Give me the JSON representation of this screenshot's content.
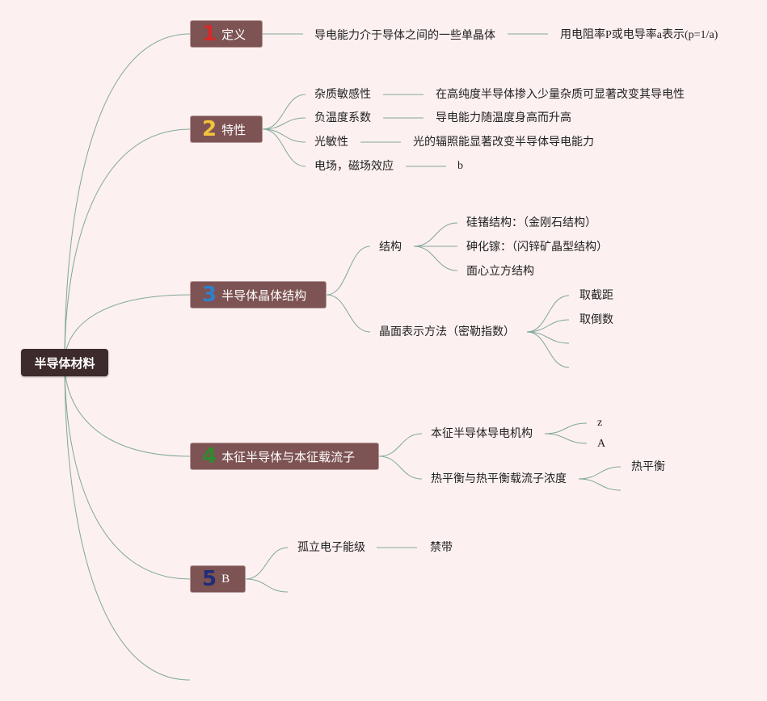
{
  "root": "半导体材料",
  "topics": [
    {
      "num": "1",
      "num_color": "#d42a2a",
      "label": "定义"
    },
    {
      "num": "2",
      "num_color": "#f2c33a",
      "label": "特性"
    },
    {
      "num": "3",
      "num_color": "#2f80c8",
      "label": "半导体晶体结构"
    },
    {
      "num": "4",
      "num_color": "#2e8b2e",
      "label": "本征半导体与本征载流子"
    },
    {
      "num": "5",
      "num_color": "#1f2e78",
      "label": "B"
    }
  ],
  "t1": {
    "child": "导电能力介于导体之间的一些单晶体",
    "leaf": "用电阻率P或电导率a表示(p=1/a)"
  },
  "t2": [
    {
      "label": "杂质敏感性",
      "leaf": "在高纯度半导体掺入少量杂质可显著改变其导电性"
    },
    {
      "label": "负温度系数",
      "leaf": "导电能力随温度身高而升高"
    },
    {
      "label": "光敏性",
      "leaf": "光的辐照能显著改变半导体导电能力"
    },
    {
      "label": "电场，磁场效应",
      "leaf": "b"
    }
  ],
  "t3": {
    "structure": {
      "label": "结构",
      "children": [
        "硅锗结构：（金刚石结构）",
        "砷化镓：（闪锌矿晶型结构）",
        "面心立方结构"
      ]
    },
    "plane": {
      "label": "晶面表示方法（密勒指数）",
      "children": [
        "取截距",
        "取倒数",
        "",
        ""
      ]
    }
  },
  "t4": {
    "mechanism": {
      "label": "本征半导体导电机构",
      "children": [
        "z",
        "A"
      ]
    },
    "thermal": {
      "label": "热平衡与热平衡载流子浓度",
      "children": [
        "热平衡",
        ""
      ]
    }
  },
  "t5": {
    "child": "孤立电子能级",
    "leaf": "禁带"
  },
  "colors": {
    "link": "#7fa89a",
    "background": "#fdf0f0",
    "topic_fill": "#7e5353",
    "root_fill": "#3d2a2a"
  }
}
